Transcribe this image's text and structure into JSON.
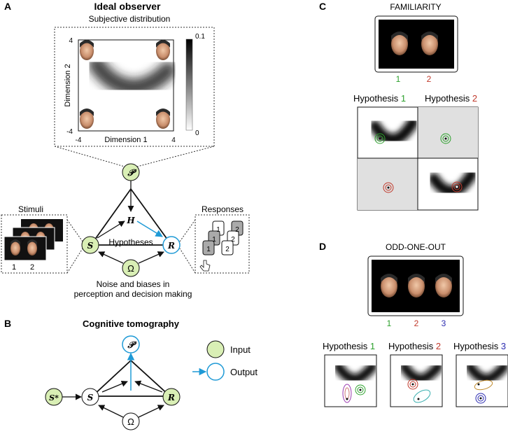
{
  "panel_a": {
    "letter": "A",
    "title": "Ideal observer",
    "subtitle": "Subjective distribution",
    "xlabel": "Dimension 1",
    "ylabel": "Dimension 2",
    "x_min": "-4",
    "x_max": "4",
    "y_min": "-4",
    "y_max": "4",
    "colorbar_max": "0.1",
    "colorbar_min": "0",
    "nodes": {
      "p": "𝒫",
      "h": "H",
      "s": "S",
      "r": "R",
      "omega": "Ω"
    },
    "hypotheses_label": "Hypotheses",
    "noise_line1": "Noise and biases in",
    "noise_line2": "perception and decision making",
    "stimuli_label": "Stimuli",
    "stimuli_n1": "1",
    "stimuli_n2": "2",
    "responses_label": "Responses",
    "card_labels": [
      "1",
      "2",
      "1",
      "2",
      "1",
      "2"
    ]
  },
  "panel_b": {
    "letter": "B",
    "title": "Cognitive tomography",
    "nodes": {
      "p": "𝒫",
      "s_star": "S*",
      "s": "S",
      "r": "R",
      "omega": "Ω"
    },
    "legend": {
      "input": "Input",
      "output": "Output"
    }
  },
  "panel_c": {
    "letter": "C",
    "title": "FAMILIARITY",
    "face_labels": [
      "1",
      "2"
    ],
    "hypotheses": [
      {
        "prefix": "Hypothesis ",
        "num": "1"
      },
      {
        "prefix": "Hypothesis ",
        "num": "2"
      }
    ]
  },
  "panel_d": {
    "letter": "D",
    "title": "ODD-ONE-OUT",
    "face_labels": [
      "1",
      "2",
      "3"
    ],
    "hypotheses": [
      {
        "prefix": "Hypothesis ",
        "num": "1"
      },
      {
        "prefix": "Hypothesis ",
        "num": "2"
      },
      {
        "prefix": "Hypothesis ",
        "num": "3"
      }
    ]
  },
  "colors": {
    "green": "#2ca02c",
    "red": "#c0392b",
    "blue": "#2b2bb0",
    "node_fill": "#d9efb5",
    "arrow_blue": "#1f9ad6"
  }
}
